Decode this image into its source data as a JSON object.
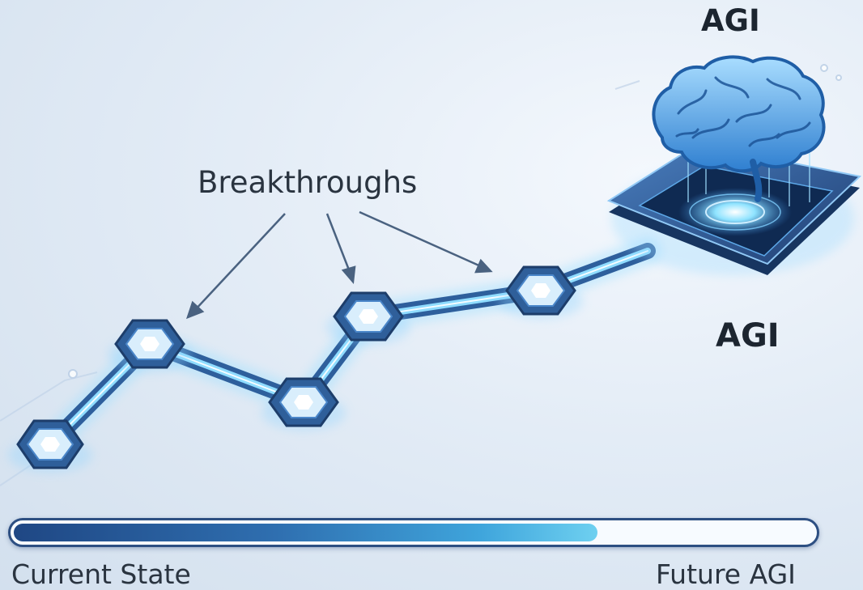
{
  "labels": {
    "title_agi": "AGI",
    "side_agi": "AGI",
    "breakthroughs": "Breakthroughs",
    "current_state": "Current State",
    "future_agi": "Future AGI"
  },
  "progress": {
    "fraction": 0.73
  },
  "colors": {
    "background": "#e3ecf6",
    "node_blue": "#3f7fc8",
    "glow": "#7fd6ff",
    "progress_dark": "#1f4784",
    "progress_light": "#6ed0f0",
    "text": "#1c2530"
  },
  "icons": [
    "brain-icon",
    "chip-platform-icon",
    "hexagon-node-icon",
    "arrow-icon"
  ]
}
